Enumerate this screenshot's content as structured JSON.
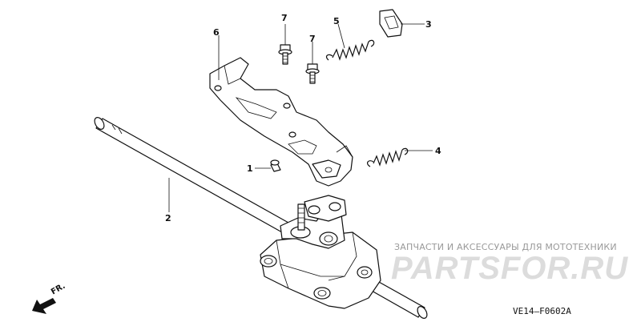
{
  "callouts": [
    {
      "id": "1",
      "label": "1"
    },
    {
      "id": "2",
      "label": "2"
    },
    {
      "id": "3",
      "label": "3"
    },
    {
      "id": "4",
      "label": "4"
    },
    {
      "id": "5",
      "label": "5"
    },
    {
      "id": "6",
      "label": "6"
    },
    {
      "id": "7a",
      "label": "7"
    },
    {
      "id": "7b",
      "label": "7"
    }
  ],
  "direction": {
    "label": "FR."
  },
  "watermark": {
    "subtitle": "ЗАПЧАСТИ И АКСЕССУАРЫ ДЛЯ МОТОТЕХНИКИ",
    "brand": "PARTSFOR.RU",
    "brand_color": "#d8d8d8"
  },
  "figure_code": "VE14—F0602A"
}
